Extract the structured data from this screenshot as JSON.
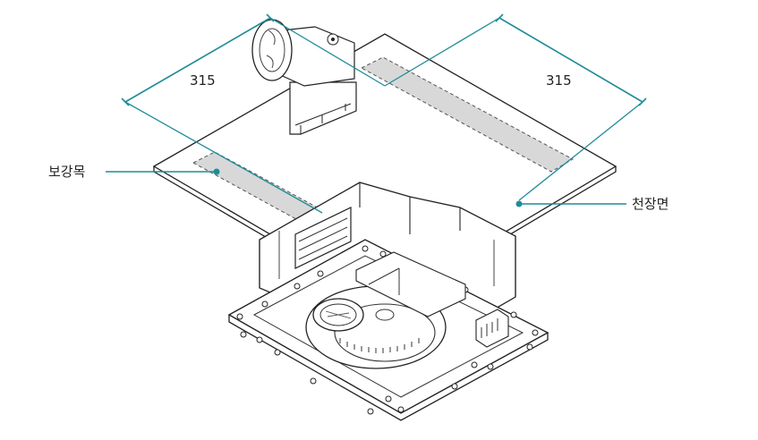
{
  "dimensions": {
    "width_left": "315",
    "width_right": "315"
  },
  "callouts": {
    "reinforcement": "보강목",
    "ceiling": "천장면"
  },
  "colors": {
    "dimension_line": "#1e8c99",
    "outline": "#222222",
    "hatch_fill": "#d8d8d8"
  }
}
